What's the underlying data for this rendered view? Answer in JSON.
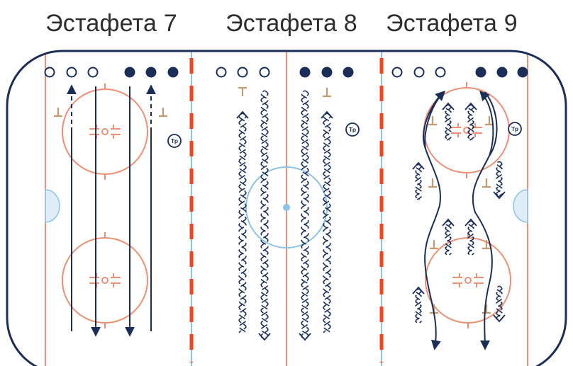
{
  "titles": [
    "Эстафета 7",
    "Эстафета 8",
    "Эстафета 9"
  ],
  "coach_label": "Тр",
  "colors": {
    "board": "#1b2e57",
    "red_line": "#f2441e",
    "circle": "#ee8f73",
    "blue": "#8cc3e4",
    "crease": "#deedf7",
    "cone": "#c39a6e",
    "route": "#1b2e57"
  },
  "icons": [
    "open-circle-icon",
    "filled-circle-icon",
    "cone-icon",
    "coach-icon",
    "arrow-icon"
  ]
}
